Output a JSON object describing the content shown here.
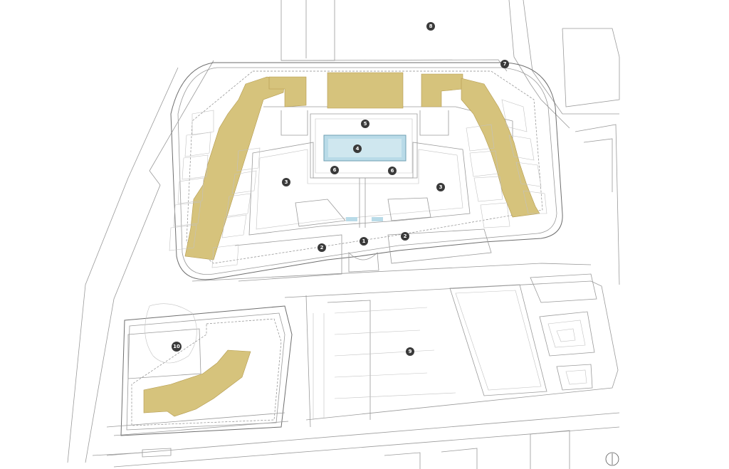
{
  "colors": {
    "building": "#d6c37c",
    "pool": "#b9dbe8",
    "line": "#9a9a9a",
    "marker": "#3a3a3a"
  },
  "markers": [
    "1",
    "2",
    "2",
    "3",
    "3",
    "4",
    "5",
    "6",
    "6",
    "7",
    "8",
    "9",
    "10"
  ]
}
